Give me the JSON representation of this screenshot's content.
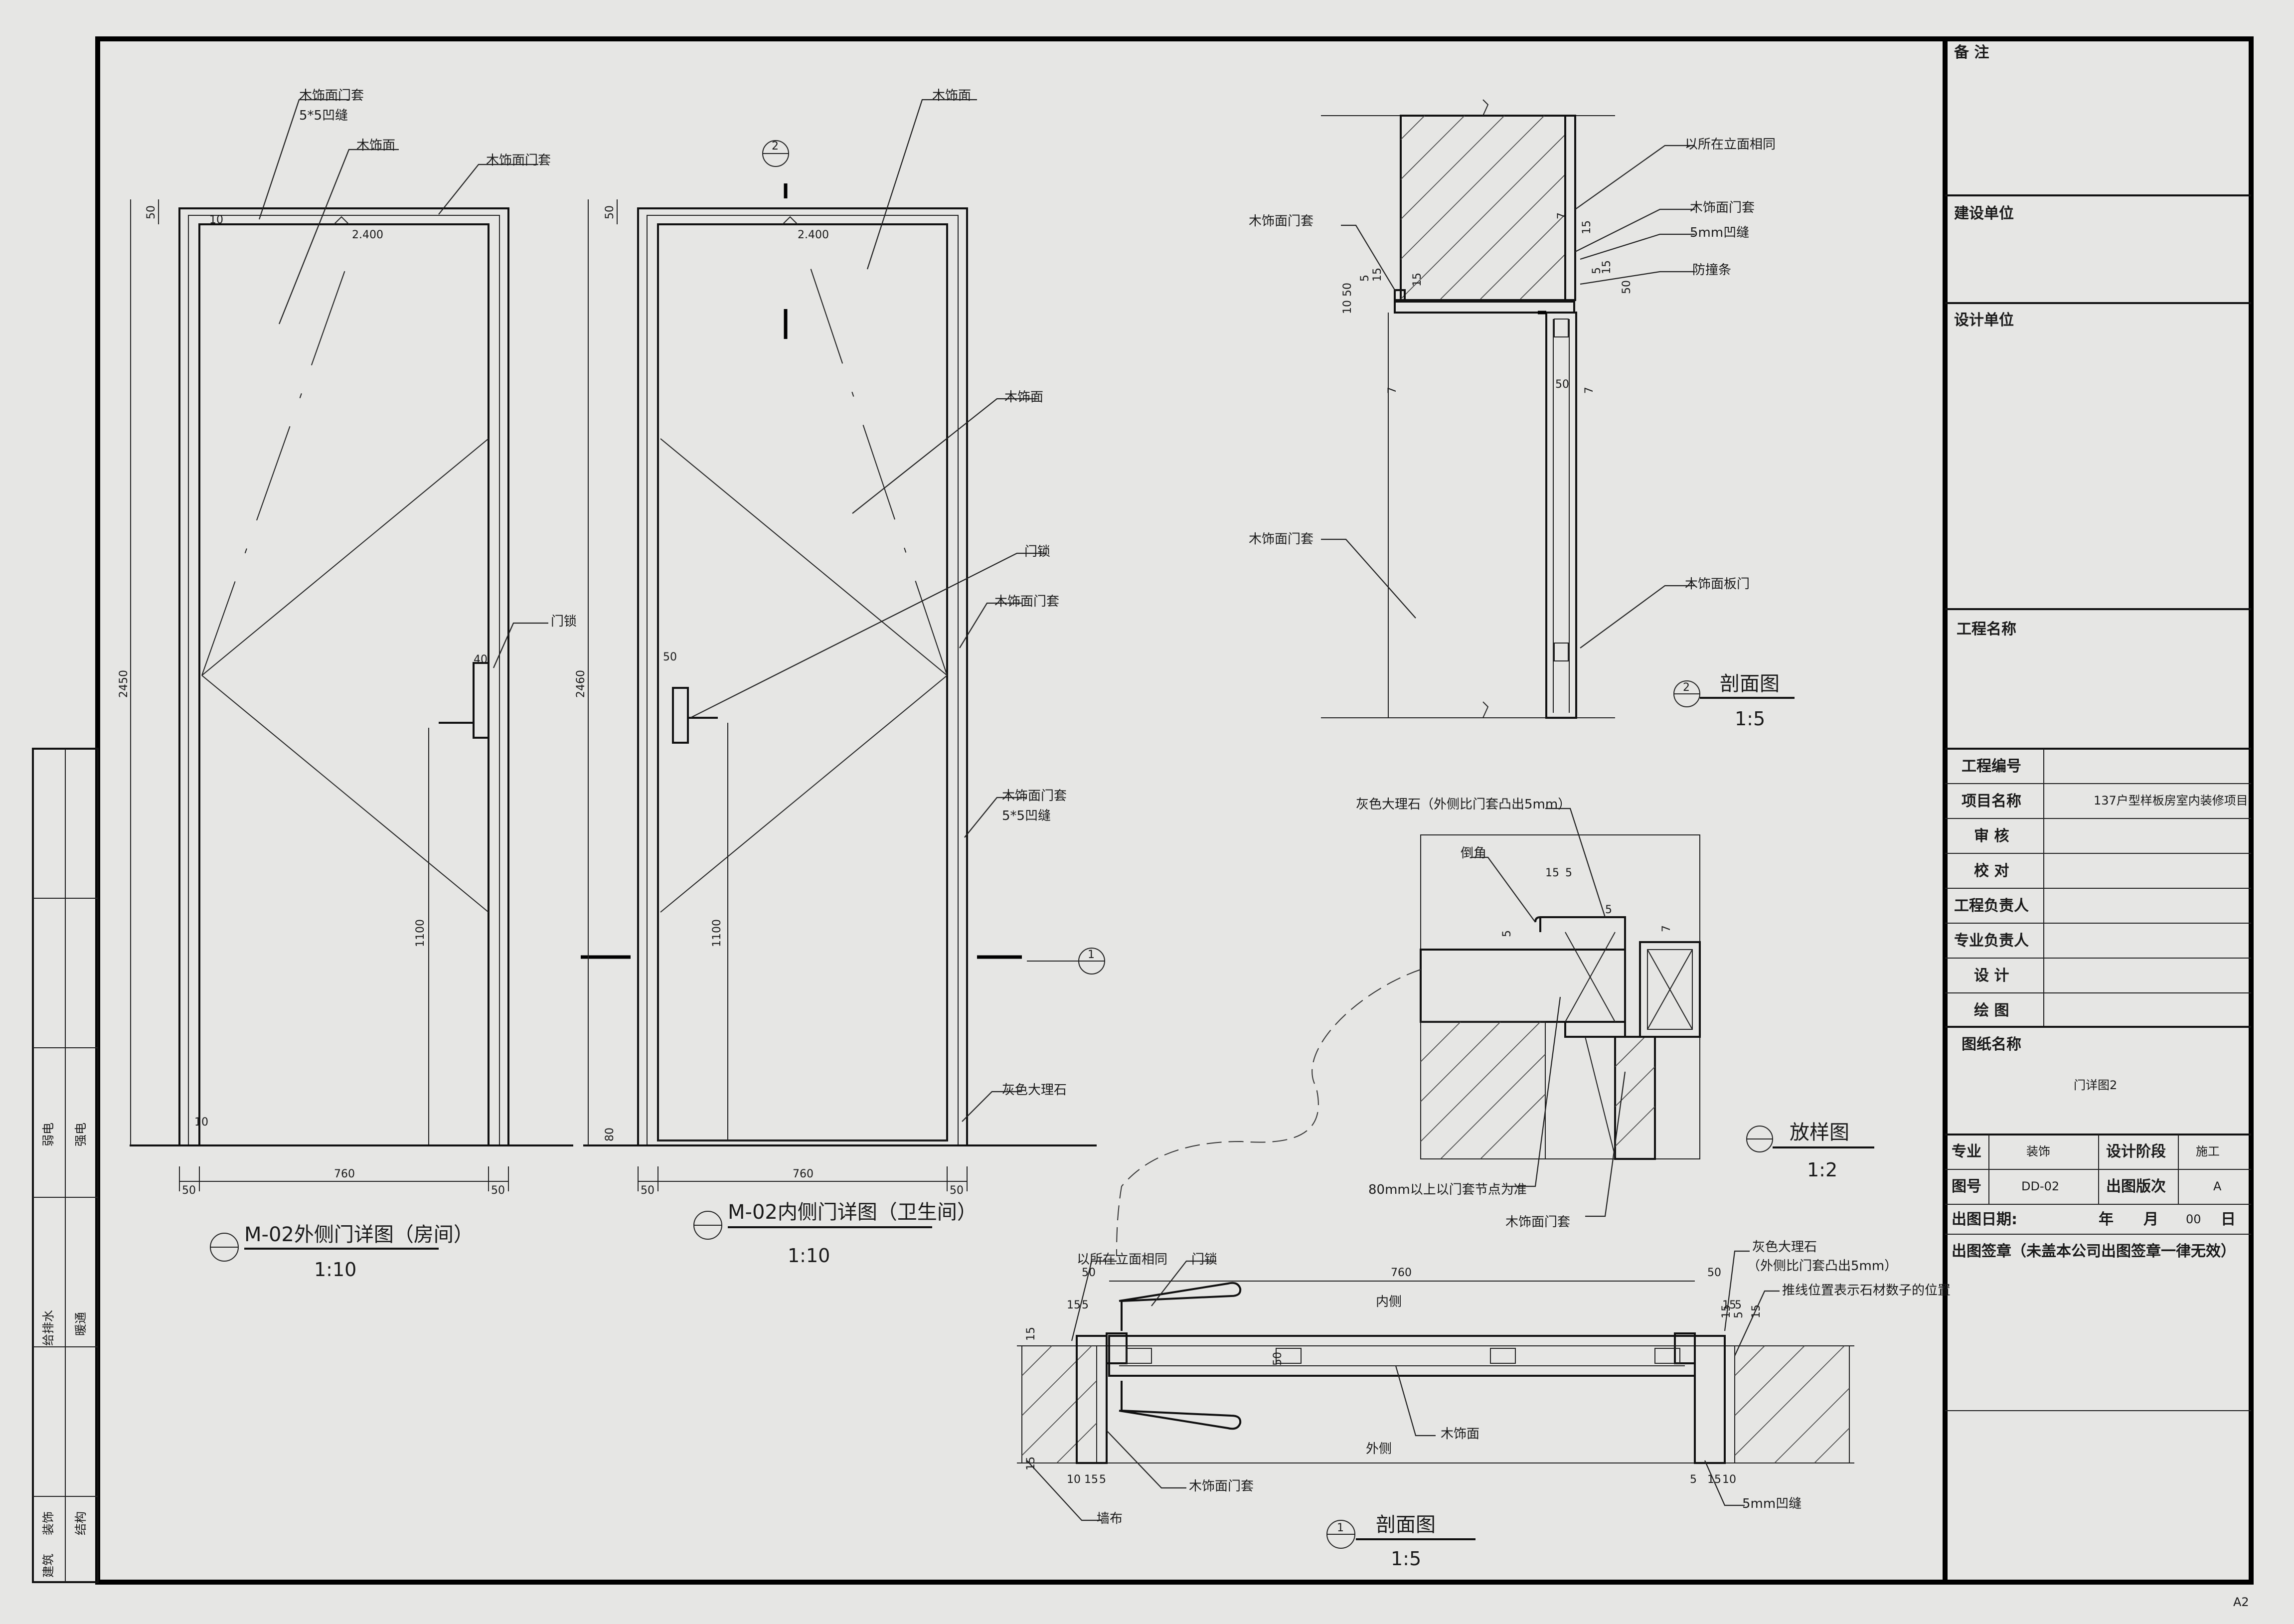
{
  "elevation_outer": {
    "title": "M-02外侧门详图（房间）",
    "scale": "1:10",
    "labels": [
      "木饰面门套",
      "5*5凹缝",
      "木饰面",
      "木饰面门套",
      "门锁"
    ],
    "dims": {
      "top": "50",
      "inner_top": "10",
      "height": "2450",
      "handle": "40",
      "lock_height": "1100",
      "bottom": "10",
      "left": "50",
      "width": "760",
      "right": "50"
    },
    "level": "2.400"
  },
  "elevation_inner": {
    "title": "M-02内侧门详图（卫生间）",
    "scale": "1:10",
    "labels": [
      "木饰面",
      "木饰面",
      "门锁",
      "木饰面门套",
      "木饰面门套",
      "5*5凹缝",
      "灰色大理石"
    ],
    "dims": {
      "top": "50",
      "height": "2460",
      "handle": "50",
      "lock_height": "1100",
      "bottom": "80",
      "left": "50",
      "width": "760",
      "right": "50"
    },
    "level": "2.400",
    "section_marker": "2",
    "section_marker_1": "1"
  },
  "section2": {
    "marker": "2",
    "title": "剖面图",
    "scale": "1:5",
    "labels": [
      "以所在立面相同",
      "木饰面门套",
      "木饰面门套",
      "5mm凹缝",
      "防撞条",
      "木饰面门套",
      "木饰面板门"
    ],
    "dims": [
      "15",
      "50",
      "5",
      "15",
      "10",
      "15",
      "5",
      "15",
      "50",
      "50",
      "7",
      "7",
      "7"
    ]
  },
  "detail": {
    "title": "放样图",
    "scale": "1:2",
    "labels": [
      "灰色大理石（外侧比门套凸出5mm）",
      "倒角",
      "80mm以上以门套节点为准",
      "木饰面门套"
    ],
    "dims": [
      "15",
      "5",
      "5",
      "5",
      "7"
    ]
  },
  "section1": {
    "marker": "1",
    "title": "剖面图",
    "scale": "1:5",
    "labels": [
      "以所在立面相同",
      "门锁",
      "灰色大理石",
      "（外侧比门套凸出5mm）",
      "推线位置表示石材数子的位置",
      "内侧",
      "外侧",
      "木饰面",
      "木饰面门套",
      "墙布",
      "5mm凹缝"
    ],
    "dims": [
      "760",
      "50",
      "50",
      "15",
      "5",
      "15",
      "5",
      "15",
      "50",
      "10",
      "15",
      "5",
      "5",
      "15",
      "10",
      "15",
      "15",
      "5",
      "15"
    ]
  },
  "left_strip": [
    "弱电",
    "强电",
    "给排水",
    "暖通",
    "装饰",
    "结构",
    "建筑"
  ],
  "title_block": {
    "remarks": "备 注",
    "client": "建设单位",
    "designer": "设计单位",
    "project_name_label": "工程名称",
    "rows": [
      {
        "label": "工程编号",
        "value": ""
      },
      {
        "label": "项目名称",
        "value": "137户型样板房室内装修项目"
      },
      {
        "label": "审  核",
        "value": ""
      },
      {
        "label": "校  对",
        "value": ""
      },
      {
        "label": "工程负责人",
        "value": ""
      },
      {
        "label": "专业负责人",
        "value": ""
      },
      {
        "label": "设  计",
        "value": ""
      },
      {
        "label": "绘  图",
        "value": ""
      }
    ],
    "drawing_name_label": "图纸名称",
    "drawing_name": "门详图2",
    "discipline_label": "专业",
    "discipline": "装饰",
    "stage_label": "设计阶段",
    "stage": "施工",
    "number_label": "图号",
    "number": "DD-02",
    "version_label": "出图版次",
    "version": "A",
    "date_label": "出图日期:",
    "date_year": "年",
    "date_month": "月",
    "date_day": "00",
    "date_day_label": "日",
    "stamp": "出图签章（未盖本公司出图签章一律无效）",
    "sheet_size": "A2"
  }
}
